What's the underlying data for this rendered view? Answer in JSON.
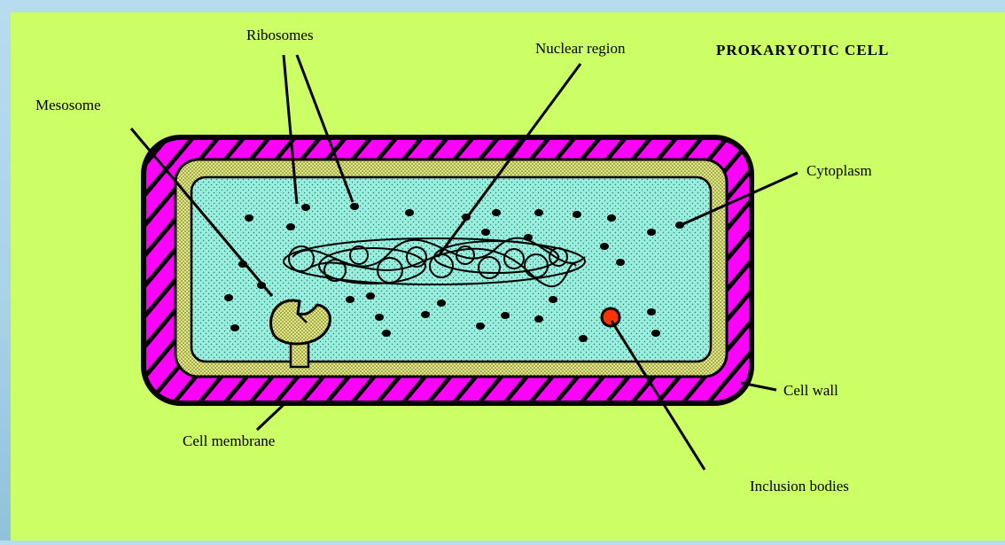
{
  "title": "PROKARYOTIC CELL",
  "labels": {
    "ribosomes": "Ribosomes",
    "nuclear_region": "Nuclear region",
    "mesosome": "Mesosome",
    "cytoplasm": "Cytoplasm",
    "cell_wall": "Cell wall",
    "cell_membrane": "Cell membrane",
    "inclusion_bodies": "Inclusion bodies"
  },
  "colors": {
    "panel": "#ccff66",
    "cell_wall": "#ff00ff",
    "cell_membrane": "#dddd88",
    "cytoplasm": "#99eedd",
    "inclusion_body": "#ff3300",
    "outline": "#000000"
  }
}
